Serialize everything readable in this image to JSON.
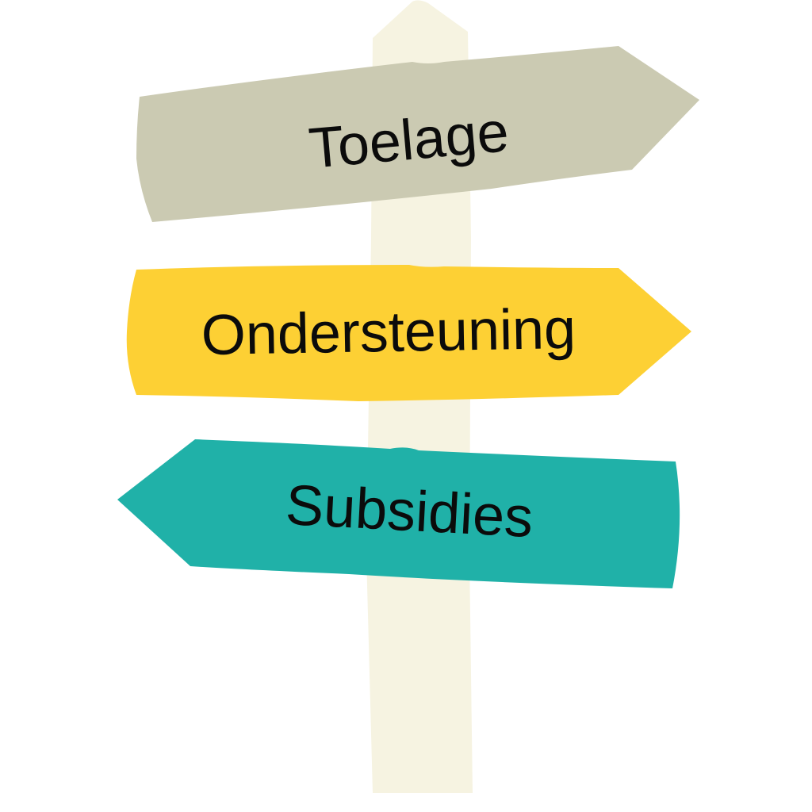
{
  "colors": {
    "background": "#ffffff",
    "post": "#f6f3e1",
    "sign_top": "#cbcab2",
    "sign_middle": "#fdd034",
    "sign_bottom": "#20b1a8",
    "text": "#0b0b0b"
  },
  "signs": [
    {
      "label": "Toelage",
      "direction": "right"
    },
    {
      "label": "Ondersteuning",
      "direction": "right"
    },
    {
      "label": "Subsidies",
      "direction": "left"
    }
  ]
}
